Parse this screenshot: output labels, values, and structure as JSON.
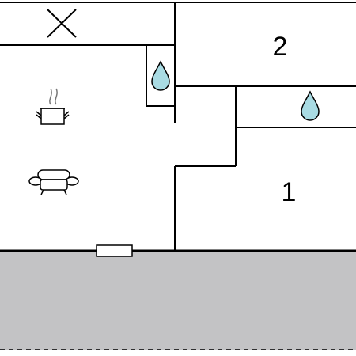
{
  "floorplan": {
    "rooms": [
      {
        "id": "room-2",
        "label": "2"
      },
      {
        "id": "room-1",
        "label": "1"
      }
    ],
    "icons": [
      {
        "name": "closed-cross-icon",
        "meaning": ""
      },
      {
        "name": "water-drop-icon"
      },
      {
        "name": "water-drop-icon"
      },
      {
        "name": "cooking-pot-icon"
      },
      {
        "name": "sofa-icon"
      },
      {
        "name": "door-icon"
      }
    ],
    "colors": {
      "wall": "#000000",
      "water_drop_fill": "#a9dbe3",
      "terrace_fill": "#c3c3c5",
      "background": "#ffffff"
    }
  }
}
